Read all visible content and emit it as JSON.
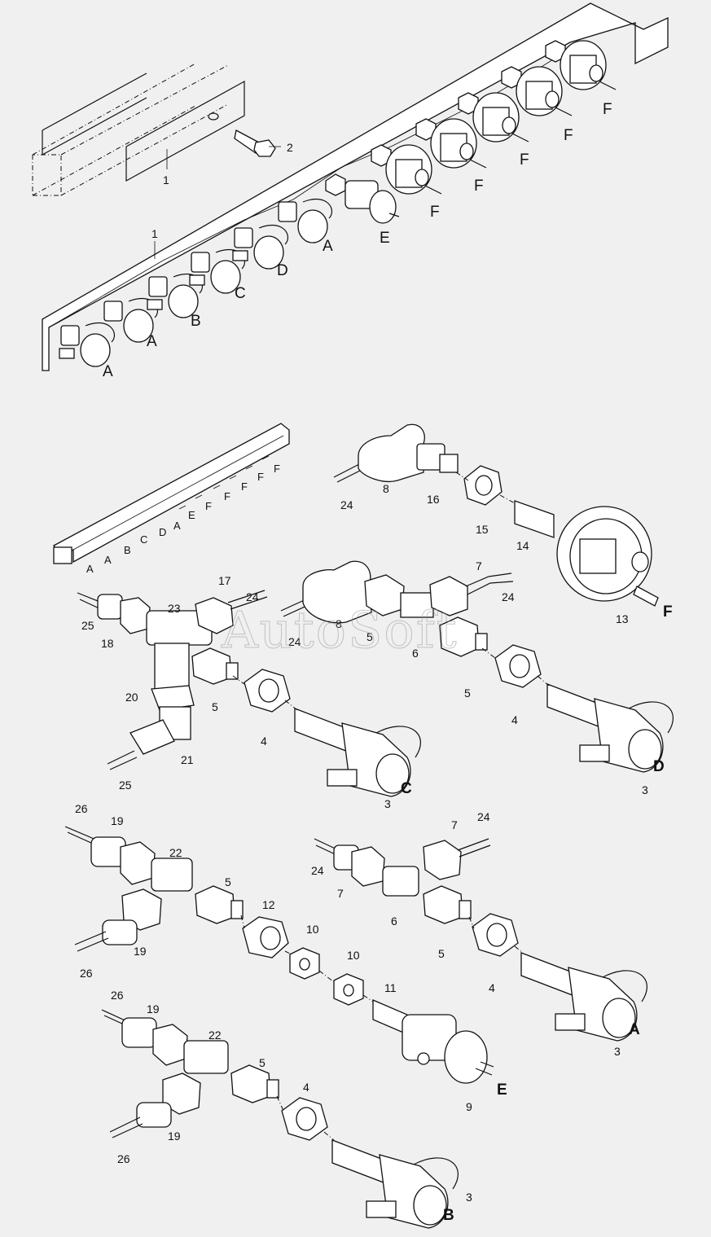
{
  "watermark": "AutoSoft",
  "letter_labels": {
    "top_assembly": [
      "A",
      "A",
      "B",
      "C",
      "D",
      "A",
      "E",
      "F",
      "F",
      "F",
      "F",
      "F"
    ],
    "rail_overview": [
      "A",
      "A",
      "B",
      "C",
      "D",
      "A",
      "E",
      "F",
      "F",
      "F",
      "F",
      "F"
    ],
    "detail_codes": [
      "F",
      "C",
      "D",
      "A",
      "E",
      "B"
    ]
  },
  "callouts": {
    "top": [
      "1",
      "1",
      "2"
    ],
    "group_f": [
      "24",
      "8",
      "16",
      "15",
      "14",
      "13"
    ],
    "group_c": [
      "25",
      "18",
      "23",
      "17",
      "24",
      "20",
      "5",
      "4",
      "21",
      "25",
      "3"
    ],
    "group_d": [
      "8",
      "24",
      "5",
      "6",
      "7",
      "24",
      "5",
      "4",
      "3"
    ],
    "group_e": [
      "26",
      "19",
      "22",
      "5",
      "12",
      "10",
      "10",
      "11",
      "9",
      "19",
      "26"
    ],
    "group_a": [
      "24",
      "7",
      "7",
      "24",
      "6",
      "5",
      "4",
      "3"
    ],
    "group_b": [
      "26",
      "19",
      "22",
      "5",
      "4",
      "19",
      "26",
      "3"
    ]
  }
}
